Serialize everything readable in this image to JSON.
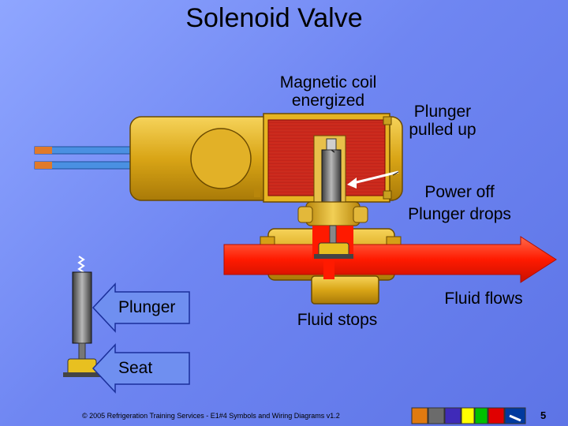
{
  "slide": {
    "title": "Solenoid Valve",
    "labels": {
      "coil_line1": "Magnetic coil",
      "coil_line2": "energized",
      "pulled_line1": "Plunger",
      "pulled_line2": "pulled up",
      "power_line1": "Power off",
      "power_line2": "Plunger drops",
      "fluid_flows": "Fluid flows",
      "fluid_stops": "Fluid stops"
    },
    "callouts": {
      "plunger": "Plunger",
      "seat": "Seat"
    },
    "footer": "© 2005 Refrigeration Training Services - E1#4 Symbols and Wiring Diagrams v1.2",
    "page_number": "5"
  },
  "colors": {
    "background": "#7088f0",
    "brass": "#d4a017",
    "coil_red": "#e52b1f",
    "fluid_red": "#ff1a00",
    "wire_blue": "#4a90e2",
    "callout_arrow": "#6f8ff0"
  },
  "nav": {
    "icons": [
      "home-icon",
      "document-icon",
      "return-icon",
      "previous-icon",
      "next-icon",
      "stop-icon",
      "pencil-icon"
    ]
  }
}
